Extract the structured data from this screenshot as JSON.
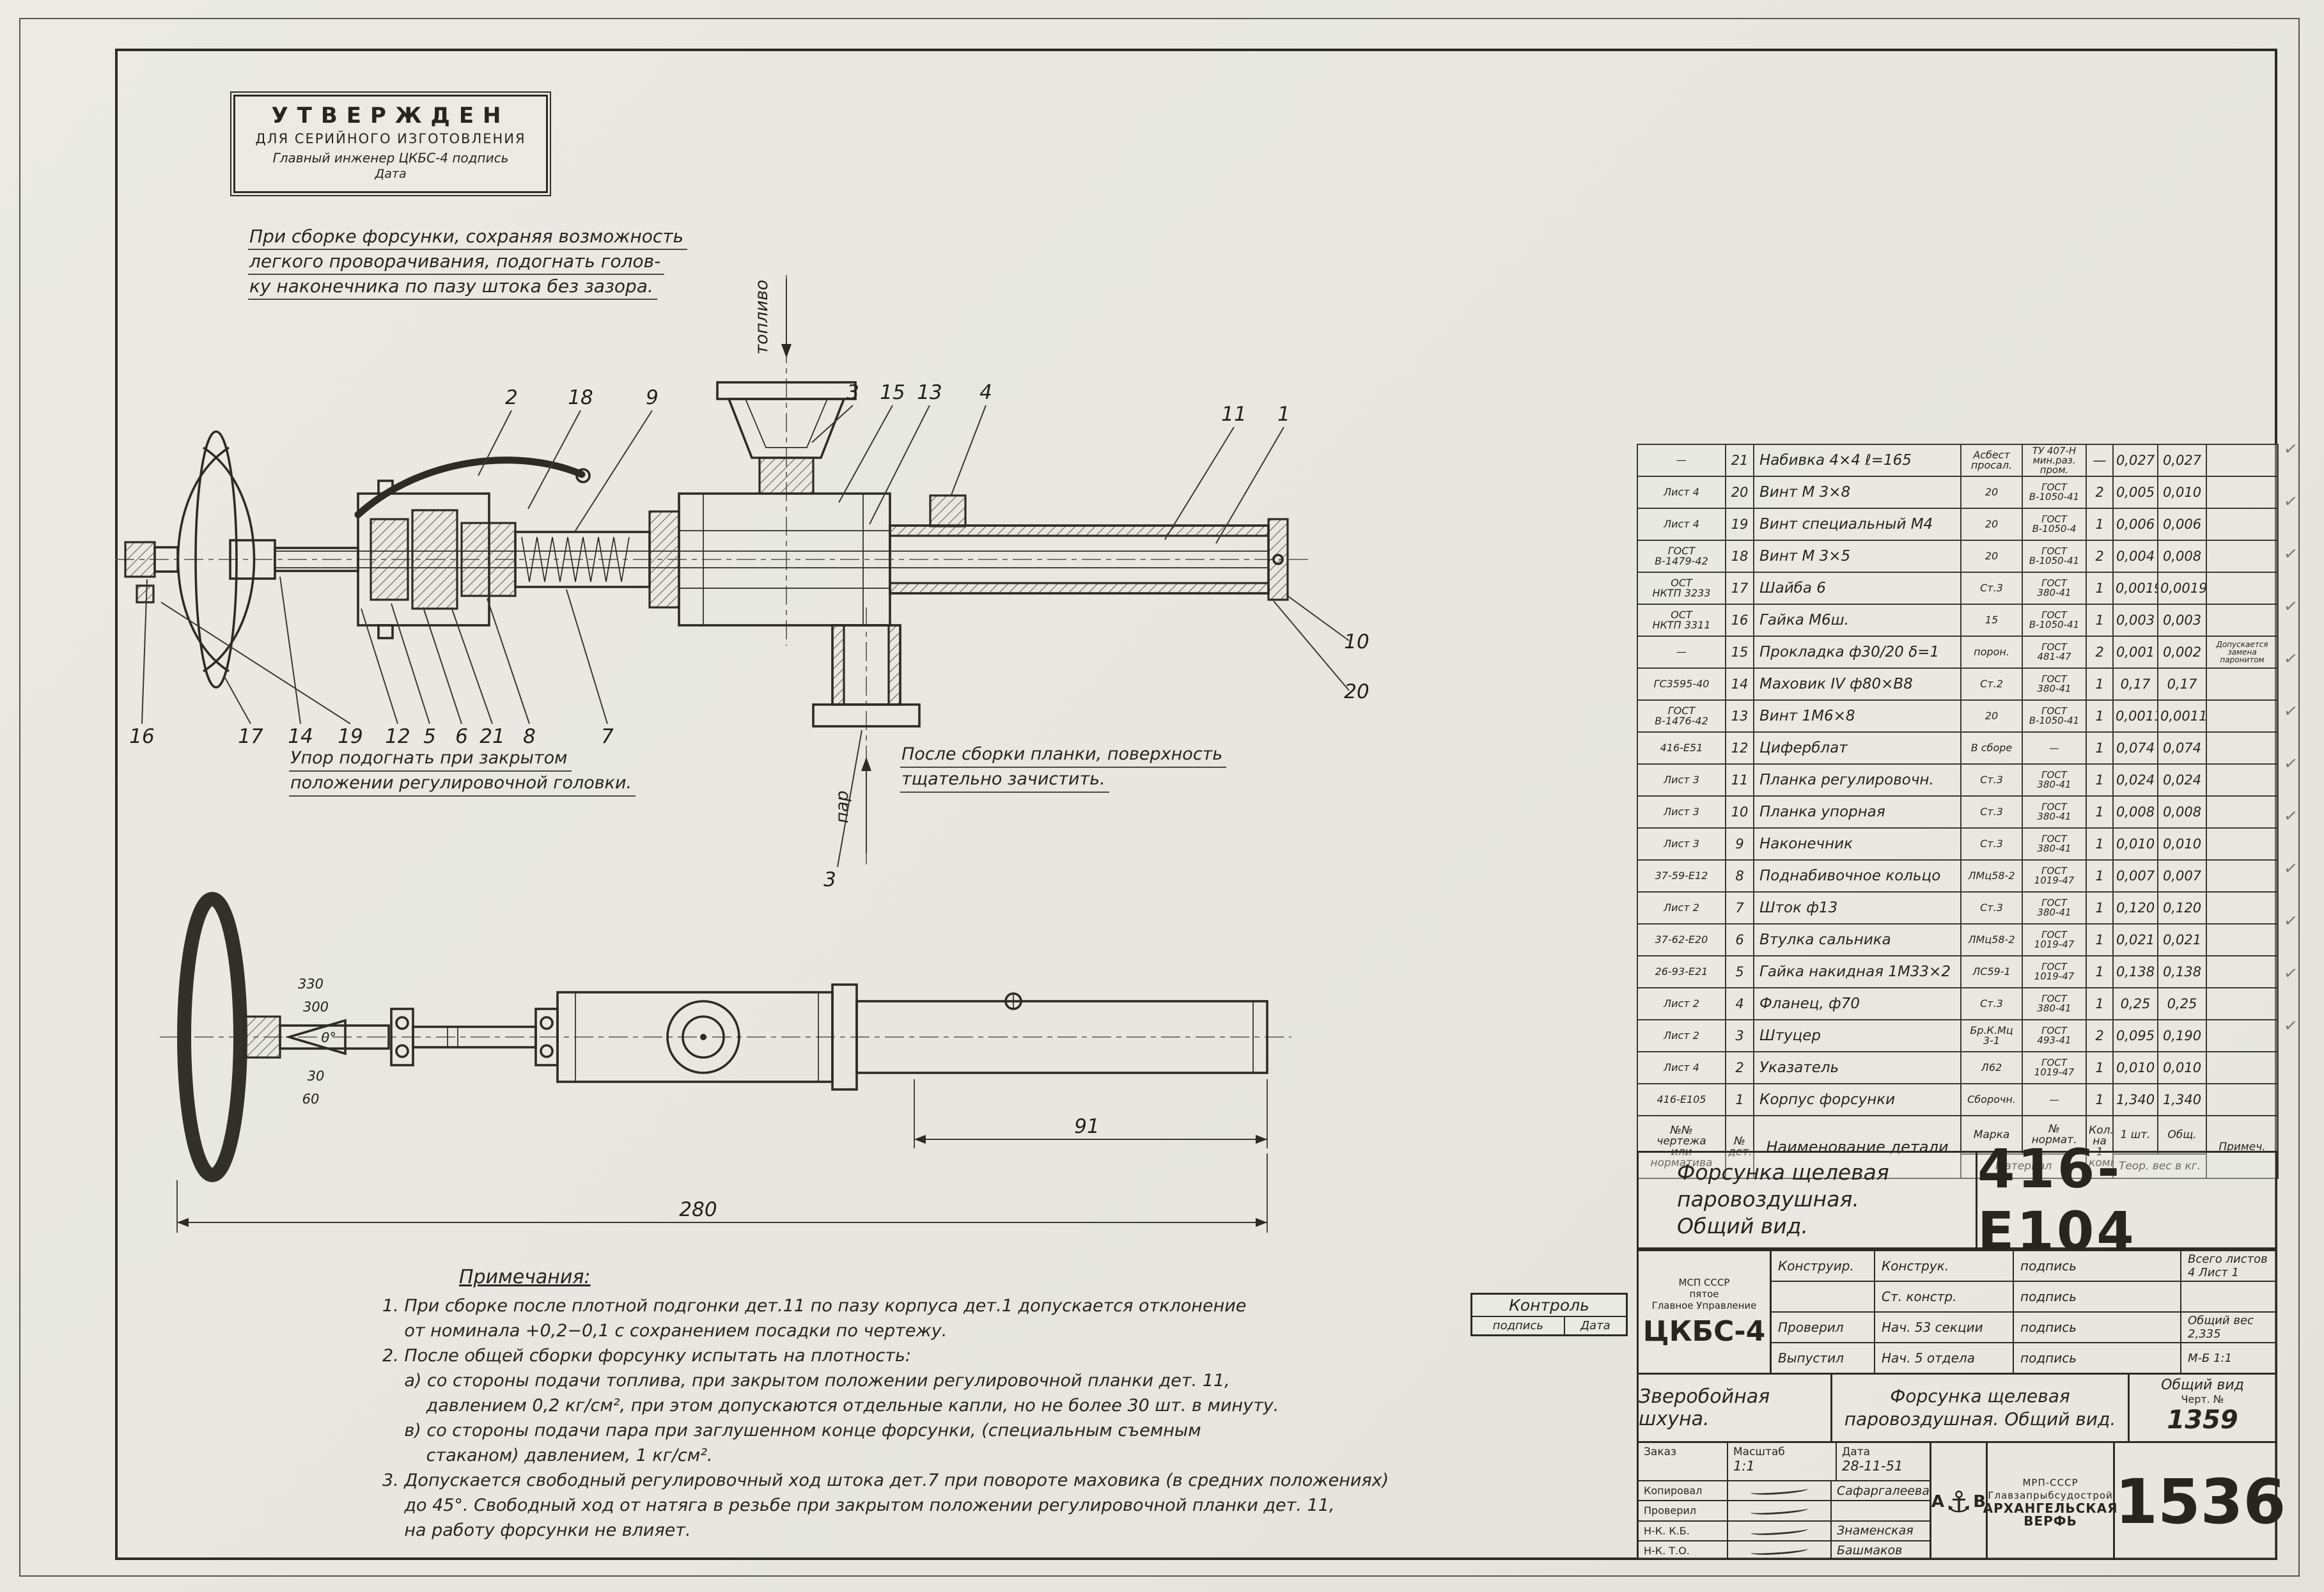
{
  "stamp": {
    "line1": "УТВЕРЖДЕН",
    "line2": "ДЛЯ СЕРИЙНОГО ИЗГОТОВЛЕНИЯ",
    "line3": "Главный инженер ЦКБС-4  подпись",
    "line4": "Дата"
  },
  "assembly_note": [
    "При сборке форсунки, сохраняя возможность",
    "легкого проворачивания, подогнать голов-",
    "ку наконечника по пазу штока без зазора."
  ],
  "drawing": {
    "label_fuel": "топливо",
    "label_steam": "пар",
    "note_stop": [
      "Упор подогнать при закрытом",
      "положении регулировочной головки."
    ],
    "note_plate": [
      "После сборки планки, поверхность",
      "тщательно зачистить."
    ],
    "callouts_top": [
      "2",
      "18",
      "9",
      "3",
      "15",
      "13",
      "4",
      "11",
      "1"
    ],
    "callouts_bottom": [
      "16",
      "17",
      "14",
      "19",
      "12",
      "5",
      "6",
      "21",
      "8",
      "7"
    ],
    "callouts_right": [
      "10",
      "20"
    ],
    "callout_steam": "3",
    "dial_numbers": [
      "330",
      "300",
      "0°",
      "30",
      "60"
    ],
    "dim_overall": "280",
    "dim_right": "91"
  },
  "notes": {
    "title": "Примечания:",
    "lines": [
      "1. При сборке после плотной подгонки дет.11 по пазу корпуса дет.1 допускается отклонение",
      "    от номинала +0,2−0,1 с сохранением посадки по чертежу.",
      "2. После общей сборки форсунку испытать на плотность:",
      "    а) со стороны подачи топлива, при закрытом положении регулировочной планки дет. 11,",
      "        давлением 0,2 кг/см², при этом допускаются отдельные капли, но не более 30 шт. в минуту.",
      "    в) со стороны подачи пара при заглушенном конце форсунки, (специальным съемным",
      "        стаканом) давлением, 1 кг/см².",
      "3. Допускается свободный регулировочный ход штока дет.7 при повороте маховика (в средних положениях)",
      "    до 45°. Свободный ход от натяга в резьбе при закрытом положении регулировочной планки дет. 11,",
      "    на работу форсунки не влияет."
    ]
  },
  "control_box": {
    "title": "Контроль",
    "c1": "подпись",
    "c2": "Дата"
  },
  "parts_table": {
    "headers": {
      "doc": "№№\nчертежа\nили\nнорматива",
      "det": "№\nдет.",
      "name": "Наименование детали",
      "mark": "Марка",
      "std": "№\nнормат.",
      "qty": "Кол.\nна 1\nкомп.",
      "w1": "1 шт.",
      "wt": "Общ.",
      "note": "Примеч.",
      "material": "Материал",
      "weight": "Теор. вес в кг."
    },
    "rows": [
      {
        "doc": "—",
        "num": "21",
        "name": "Набивка 4×4  ℓ=165",
        "mark": "Асбест\nпросал.",
        "std": "ТУ 407-Н\nмин.раз.\nпром.",
        "qty": "—",
        "w1": "0,027",
        "wt": "0,027",
        "note": ""
      },
      {
        "doc": "Лист 4",
        "num": "20",
        "name": "Винт М 3×8",
        "mark": "20",
        "std": "ГОСТ\nВ-1050-41",
        "qty": "2",
        "w1": "0,005",
        "wt": "0,010",
        "note": ""
      },
      {
        "doc": "Лист 4",
        "num": "19",
        "name": "Винт специальный М4",
        "mark": "20",
        "std": "ГОСТ\nВ-1050-4",
        "qty": "1",
        "w1": "0,006",
        "wt": "0,006",
        "note": ""
      },
      {
        "doc": "ГОСТ\nВ-1479-42",
        "num": "18",
        "name": "Винт М 3×5",
        "mark": "20",
        "std": "ГОСТ\nВ-1050-41",
        "qty": "2",
        "w1": "0,004",
        "wt": "0,008",
        "note": ""
      },
      {
        "doc": "ОСТ\nНКТП 3233",
        "num": "17",
        "name": "Шайба 6",
        "mark": "Ст.3",
        "std": "ГОСТ\n380-41",
        "qty": "1",
        "w1": "0,0019",
        "wt": "0,0019",
        "note": ""
      },
      {
        "doc": "ОСТ\nНКТП 3311",
        "num": "16",
        "name": "Гайка М6ш.",
        "mark": "15",
        "std": "ГОСТ\nВ-1050-41",
        "qty": "1",
        "w1": "0,003",
        "wt": "0,003",
        "note": ""
      },
      {
        "doc": "—",
        "num": "15",
        "name": "Прокладка ф30/20 δ=1",
        "mark": "порон.",
        "std": "ГОСТ\n481-47",
        "qty": "2",
        "w1": "0,001",
        "wt": "0,002",
        "note": "Допускается\nзамена\nпаронитом"
      },
      {
        "doc": "ГС3595-40",
        "num": "14",
        "name": "Маховик IV ф80×В8",
        "mark": "Ст.2",
        "std": "ГОСТ\n380-41",
        "qty": "1",
        "w1": "0,17",
        "wt": "0,17",
        "note": ""
      },
      {
        "doc": "ГОСТ\nВ-1476-42",
        "num": "13",
        "name": "Винт 1М6×8",
        "mark": "20",
        "std": "ГОСТ\nВ-1050-41",
        "qty": "1",
        "w1": "0,0011",
        "wt": "0,0011",
        "note": ""
      },
      {
        "doc": "416-Е51",
        "num": "12",
        "name": "Циферблат",
        "mark": "В сборе",
        "std": "—",
        "qty": "1",
        "w1": "0,074",
        "wt": "0,074",
        "note": ""
      },
      {
        "doc": "Лист 3",
        "num": "11",
        "name": "Планка регулировочн.",
        "mark": "Ст.3",
        "std": "ГОСТ\n380-41",
        "qty": "1",
        "w1": "0,024",
        "wt": "0,024",
        "note": ""
      },
      {
        "doc": "Лист 3",
        "num": "10",
        "name": "Планка упорная",
        "mark": "Ст.3",
        "std": "ГОСТ\n380-41",
        "qty": "1",
        "w1": "0,008",
        "wt": "0,008",
        "note": ""
      },
      {
        "doc": "Лист 3",
        "num": "9",
        "name": "Наконечник",
        "mark": "Ст.3",
        "std": "ГОСТ\n380-41",
        "qty": "1",
        "w1": "0,010",
        "wt": "0,010",
        "note": ""
      },
      {
        "doc": "37-59-Е12",
        "num": "8",
        "name": "Поднабивочное кольцо",
        "mark": "ЛМц58-2",
        "std": "ГОСТ\n1019-47",
        "qty": "1",
        "w1": "0,007",
        "wt": "0,007",
        "note": ""
      },
      {
        "doc": "Лист 2",
        "num": "7",
        "name": "Шток ф13",
        "mark": "Ст.3",
        "std": "ГОСТ\n380-41",
        "qty": "1",
        "w1": "0,120",
        "wt": "0,120",
        "note": ""
      },
      {
        "doc": "37-62-Е20",
        "num": "6",
        "name": "Втулка сальника",
        "mark": "ЛМц58-2",
        "std": "ГОСТ\n1019-47",
        "qty": "1",
        "w1": "0,021",
        "wt": "0,021",
        "note": ""
      },
      {
        "doc": "26-93-Е21",
        "num": "5",
        "name": "Гайка накидная 1М33×2",
        "mark": "ЛС59-1",
        "std": "ГОСТ\n1019-47",
        "qty": "1",
        "w1": "0,138",
        "wt": "0,138",
        "note": ""
      },
      {
        "doc": "Лист 2",
        "num": "4",
        "name": "Фланец, ф70",
        "mark": "Ст.3",
        "std": "ГОСТ\n380-41",
        "qty": "1",
        "w1": "0,25",
        "wt": "0,25",
        "note": ""
      },
      {
        "doc": "Лист 2",
        "num": "3",
        "name": "Штуцер",
        "mark": "Бр.К.Мц\n3-1",
        "std": "ГОСТ\n493-41",
        "qty": "2",
        "w1": "0,095",
        "wt": "0,190",
        "note": ""
      },
      {
        "doc": "Лист 4",
        "num": "2",
        "name": "Указатель",
        "mark": "Л62",
        "std": "ГОСТ\n1019-47",
        "qty": "1",
        "w1": "0,010",
        "wt": "0,010",
        "note": ""
      },
      {
        "doc": "416-Е105",
        "num": "1",
        "name": "Корпус форсунки",
        "mark": "Сборочн.",
        "std": "—",
        "qty": "1",
        "w1": "1,340",
        "wt": "1,340",
        "note": ""
      }
    ]
  },
  "title_card": {
    "l1": "Форсунка щелевая",
    "l2": "паровоздушная.",
    "l3": "Общий вид.",
    "number": "416-Е104"
  },
  "title_block": {
    "org_small": "МСП СССР\nпятое\nГлавное Управление",
    "org_big": "ЦКБС-4",
    "rows": [
      {
        "c1": "Конструир.",
        "c2": "Конструк.",
        "c3": "подпись",
        "c4": "Всего листов 4    Лист 1"
      },
      {
        "c1": "",
        "c2": "Ст. констр.",
        "c3": "подпись",
        "c4": ""
      },
      {
        "c1": "Проверил",
        "c2": "Нач. 53 секции",
        "c3": "подпись",
        "c4": "Общий вес 2,335"
      },
      {
        "c1": "Выпустил",
        "c2": "Нач. 5 отдела",
        "c3": "подпись",
        "c4": "М-Б  1:1"
      }
    ],
    "ship": "Зверобойная шхуна.",
    "item": "Форсунка щелевая\nпаровоздушная. Общий вид.",
    "view_label": "Общий вид",
    "sheet_label": "Черт. №",
    "sheet_no": "1359",
    "order_label": "Заказ",
    "scale_label": "Масштаб",
    "scale_value": "1:1",
    "date_label": "Дата",
    "date_value": "28-11-51",
    "sig_rows": [
      {
        "role": "Копировал",
        "name": "Сафаргалеева"
      },
      {
        "role": "Проверил",
        "name": ""
      },
      {
        "role": "Н-К. К.Б.",
        "name": "Знаменская"
      },
      {
        "role": "Н-К. Т.О.",
        "name": "Башмаков"
      }
    ],
    "logo": {
      "left": "А",
      "anchor": "⚓",
      "right": "В"
    },
    "factory": [
      "МРП-СССР",
      "Главзапрыбсудострой",
      "АРХАНГЕЛЬСКАЯ",
      "ВЕРФЬ"
    ],
    "big_number": "1536"
  },
  "margin_marks": [
    "✓",
    "✓",
    "✓",
    "✓",
    "✓",
    "✓",
    "✓",
    "✓",
    "✓",
    "✓",
    "✓",
    "✓"
  ]
}
